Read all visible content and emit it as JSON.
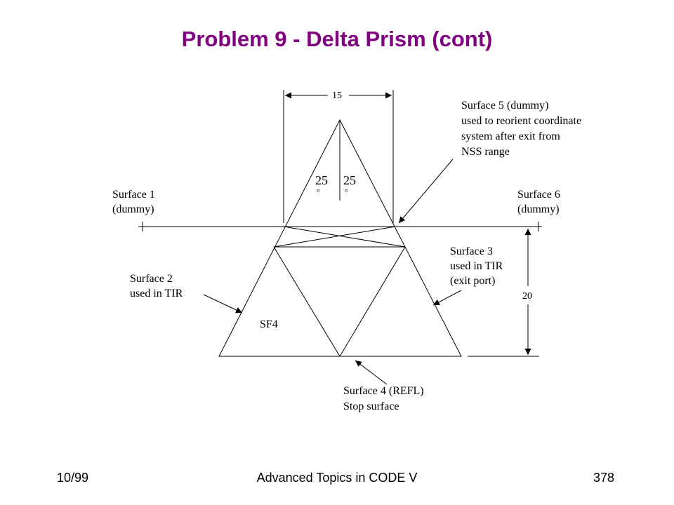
{
  "title": "Problem 9 - Delta Prism (cont)",
  "diagram": {
    "dim_top": "15",
    "dim_right": "20",
    "angle_left": "25",
    "angle_right": "25",
    "degree_symbol": "°",
    "material": "SF4",
    "surface1": [
      "Surface 1",
      "(dummy)"
    ],
    "surface2": [
      "Surface 2",
      "used in TIR"
    ],
    "surface3": [
      "Surface 3",
      "used in TIR",
      "(exit port)"
    ],
    "surface4": [
      "Surface 4 (REFL)",
      "Stop surface"
    ],
    "surface5": [
      "Surface 5 (dummy)",
      "used to reorient coordinate",
      "system after exit from",
      "NSS range"
    ],
    "surface6": [
      "Surface 6",
      "(dummy)"
    ]
  },
  "footer": {
    "left": "10/99",
    "center": "Advanced Topics in CODE V",
    "right": "378"
  }
}
